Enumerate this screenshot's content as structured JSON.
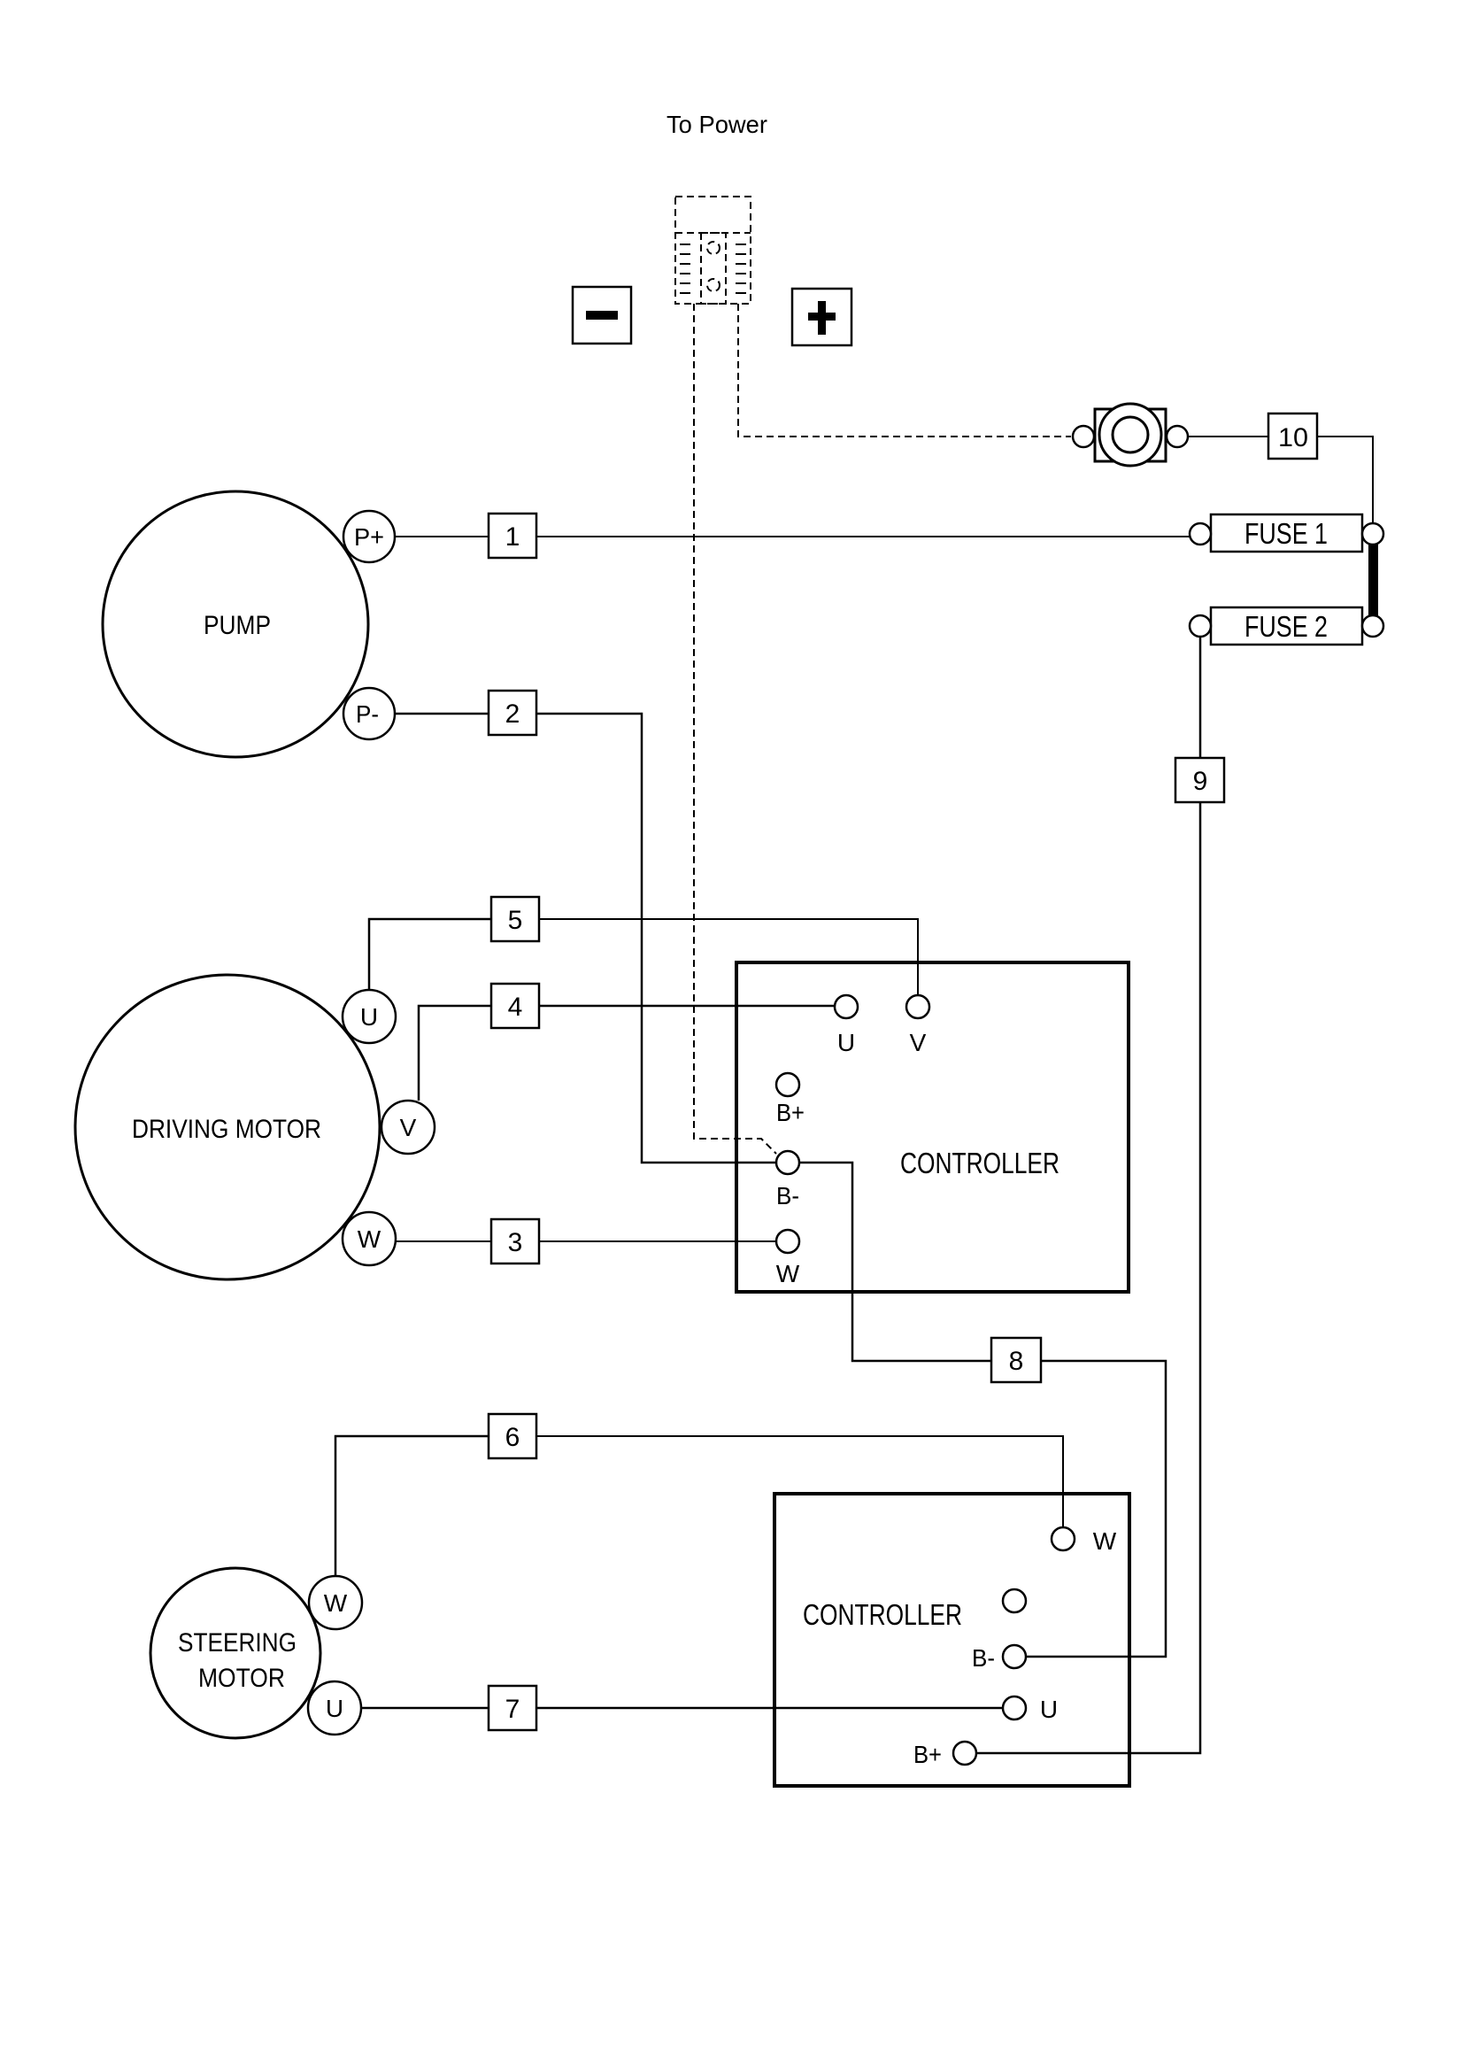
{
  "diagram": {
    "title": "To Power",
    "power_connector": {
      "negative_symbol": "−",
      "positive_symbol": "+"
    },
    "components": {
      "pump": {
        "label": "PUMP",
        "terminals": [
          "P+",
          "P-"
        ]
      },
      "driving_motor": {
        "label": "DRIVING MOTOR",
        "terminals": [
          "U",
          "V",
          "W"
        ]
      },
      "steering_motor": {
        "label_line1": "STEERING",
        "label_line2": "MOTOR",
        "terminals": [
          "W",
          "U"
        ]
      },
      "controller_1": {
        "label": "CONTROLLER",
        "terminals": [
          "U",
          "V",
          "B+",
          "B-",
          "W"
        ]
      },
      "controller_2": {
        "label": "CONTROLLER",
        "terminals": [
          "W",
          "B-",
          "U",
          "B+"
        ]
      },
      "fuse_1": {
        "label": "FUSE 1"
      },
      "fuse_2": {
        "label": "FUSE 2"
      }
    },
    "wire_numbers": [
      "1",
      "2",
      "3",
      "4",
      "5",
      "6",
      "7",
      "8",
      "9",
      "10"
    ],
    "connections": [
      {
        "wire": "1",
        "from": "PUMP P+",
        "to": "FUSE 1"
      },
      {
        "wire": "2",
        "from": "PUMP P-",
        "to": "CONTROLLER B-"
      },
      {
        "wire": "3",
        "from": "DRIVING MOTOR W",
        "to": "CONTROLLER W"
      },
      {
        "wire": "4",
        "from": "DRIVING MOTOR V",
        "to": "CONTROLLER U"
      },
      {
        "wire": "5",
        "from": "DRIVING MOTOR U",
        "to": "CONTROLLER V"
      },
      {
        "wire": "6",
        "from": "STEERING MOTOR W",
        "to": "CONTROLLER W"
      },
      {
        "wire": "7",
        "from": "STEERING MOTOR U",
        "to": "CONTROLLER U"
      },
      {
        "wire": "8",
        "from": "CONTROLLER B-",
        "to": "CONTROLLER B-"
      },
      {
        "wire": "9",
        "from": "FUSE 2",
        "to": "CONTROLLER B+"
      },
      {
        "wire": "10",
        "from": "KEY SWITCH",
        "to": "FUSE 1"
      }
    ]
  }
}
